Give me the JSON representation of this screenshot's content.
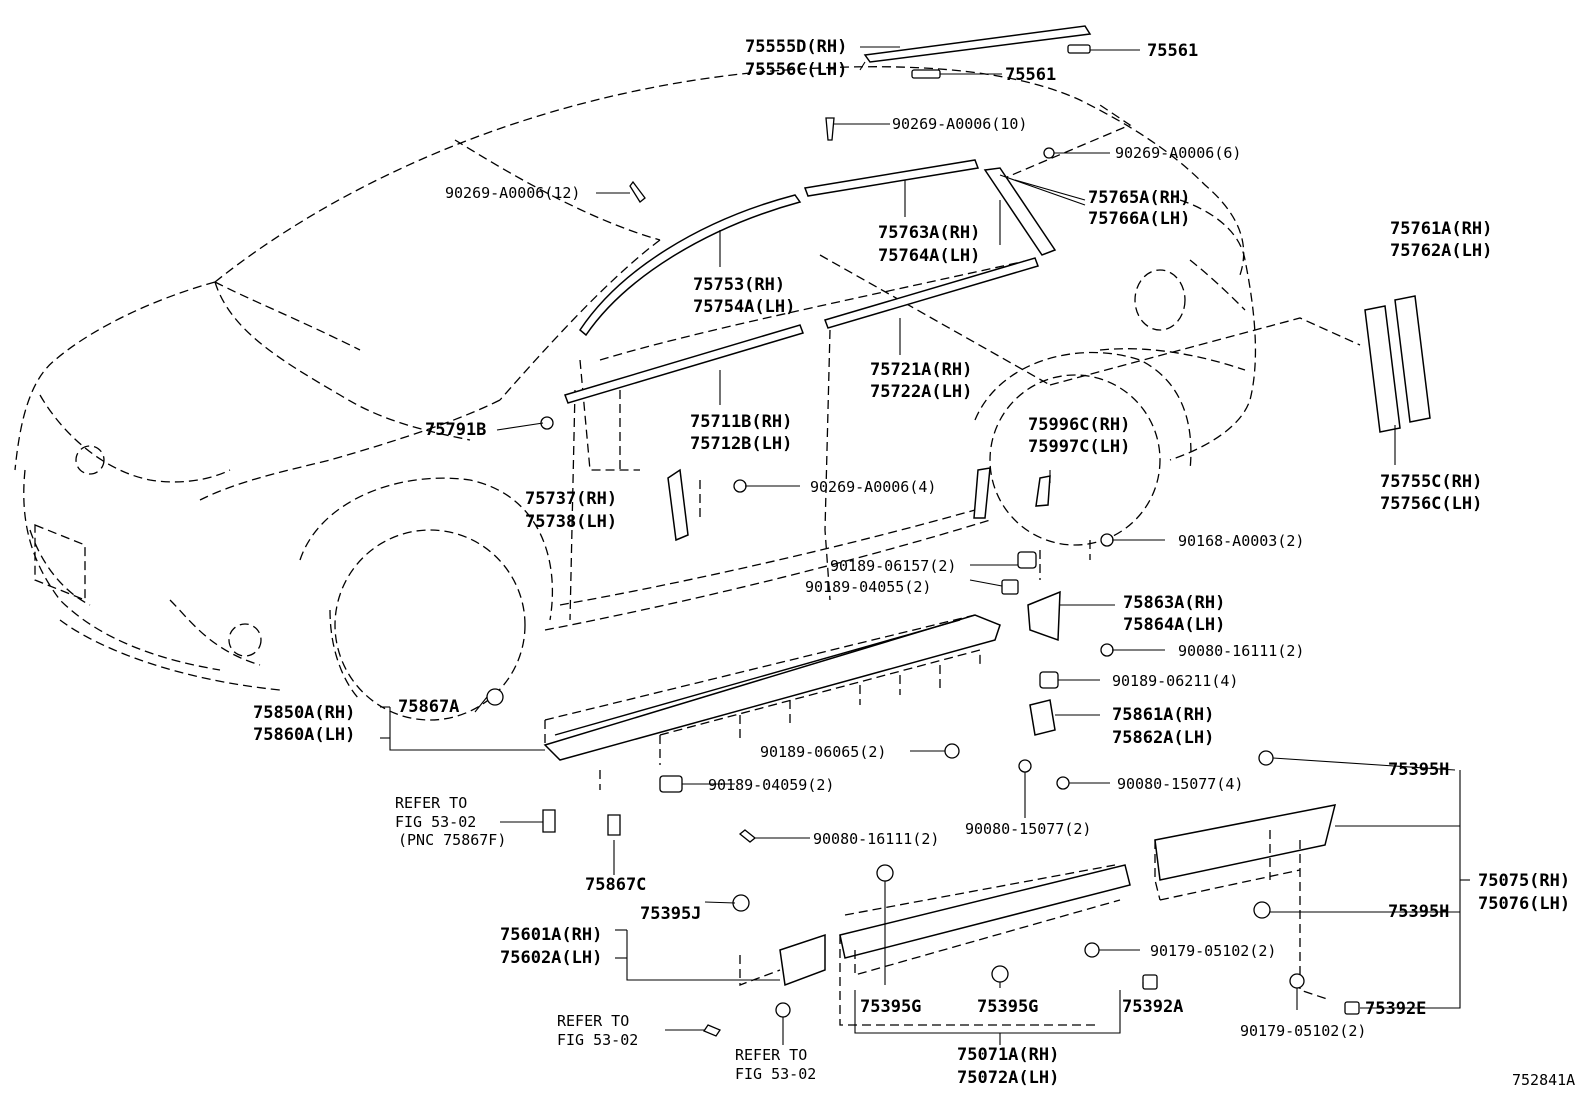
{
  "figure_id": "752841A",
  "labels": {
    "p75555D": "75555D(RH)",
    "p75556C": "75556C(LH)",
    "p75561a": "75561",
    "p75561b": "75561",
    "f90269_10": "90269-A0006(10)",
    "f90269_6": "90269-A0006(6)",
    "f90269_12": "90269-A0006(12)",
    "p75765A": "75765A(RH)",
    "p75766A": "75766A(LH)",
    "p75763A": "75763A(RH)",
    "p75764A": "75764A(LH)",
    "p75753": "75753(RH)",
    "p75754A": "75754A(LH)",
    "p75761A": "75761A(RH)",
    "p75762A": "75762A(LH)",
    "p75721A": "75721A(RH)",
    "p75722A": "75722A(LH)",
    "p75711B": "75711B(RH)",
    "p75712B": "75712B(LH)",
    "p75791B": "75791B",
    "p75996C": "75996C(RH)",
    "p75997C": "75997C(LH)",
    "p75755C": "75755C(RH)",
    "p75756C": "75756C(LH)",
    "p75737": "75737(RH)",
    "p75738": "75738(LH)",
    "f90269_4": "90269-A0006(4)",
    "f90189_06157": "90189-06157(2)",
    "f90168": "90168-A0003(2)",
    "f90189_04055": "90189-04055(2)",
    "p75863A": "75863A(RH)",
    "p75864A": "75864A(LH)",
    "f90080_16111a": "90080-16111(2)",
    "f90189_06211": "90189-06211(4)",
    "p75850A": "75850A(RH)",
    "p75860A": "75860A(LH)",
    "p75867A": "75867A",
    "p75861A": "75861A(RH)",
    "p75862A": "75862A(LH)",
    "f90189_06065": "90189-06065(2)",
    "f90080_15077a": "90080-15077(4)",
    "p75395H_a": "75395H",
    "f90189_04059": "90189-04059(2)",
    "ref1_a": "REFER TO",
    "ref1_b": "FIG 53-02",
    "ref1_c": "(PNC 75867F)",
    "f90080_16111b": "90080-16111(2)",
    "f90080_15077b": "90080-15077(2)",
    "p75075": "75075(RH)",
    "p75076": "75076(LH)",
    "p75867C": "75867C",
    "p75395J": "75395J",
    "p75601A": "75601A(RH)",
    "p75602A": "75602A(LH)",
    "p75395H_b": "75395H",
    "f90179_a": "90179-05102(2)",
    "ref2_a": "REFER TO",
    "ref2_b": "FIG 53-02",
    "p75395G_a": "75395G",
    "p75395G_b": "75395G",
    "p75392A": "75392A",
    "p75392E": "75392E",
    "f90179_b": "90179-05102(2)",
    "ref3_a": "REFER TO",
    "ref3_b": "FIG 53-02",
    "p75071A": "75071A(RH)",
    "p75072A": "75072A(LH)"
  }
}
